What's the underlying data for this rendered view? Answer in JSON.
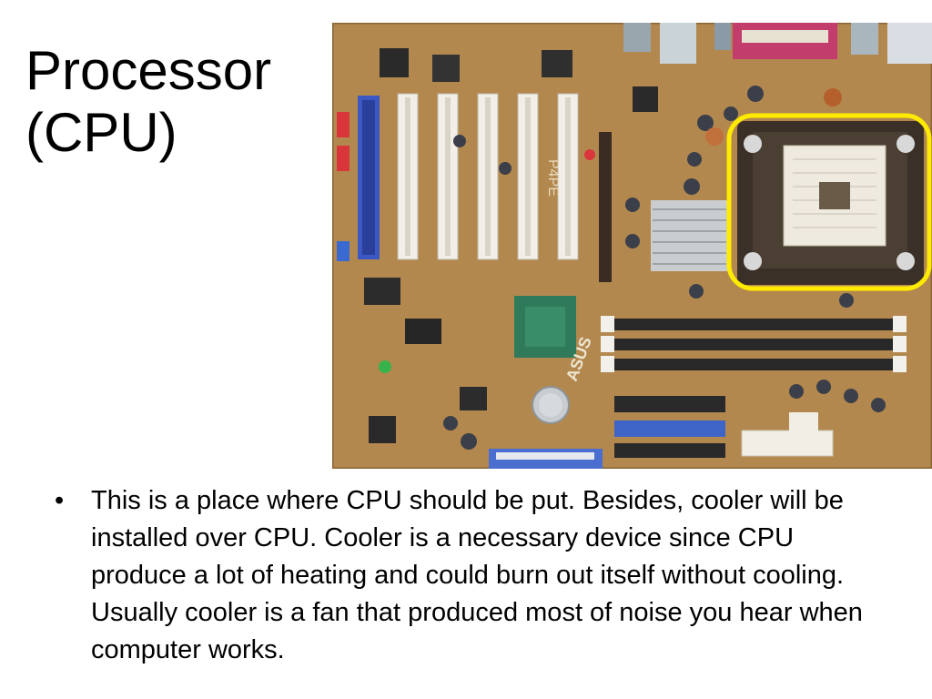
{
  "slide": {
    "title_line1": "Processor",
    "title_line2": "(CPU)"
  },
  "photo": {
    "subject": "motherboard",
    "highlight_color": "#ffeb00",
    "board_color": "#b28a52",
    "chip_label": "ASUS",
    "board_label": "P4PE"
  },
  "bullets": [
    {
      "bullet_char": "•",
      "text": "This is a place where CPU should be put. Besides, cooler will be installed over CPU. Cooler is a necessary device since CPU produce a lot of heating and could burn out itself without cooling. Usually cooler is a fan that produced most of noise you hear when computer works."
    }
  ]
}
